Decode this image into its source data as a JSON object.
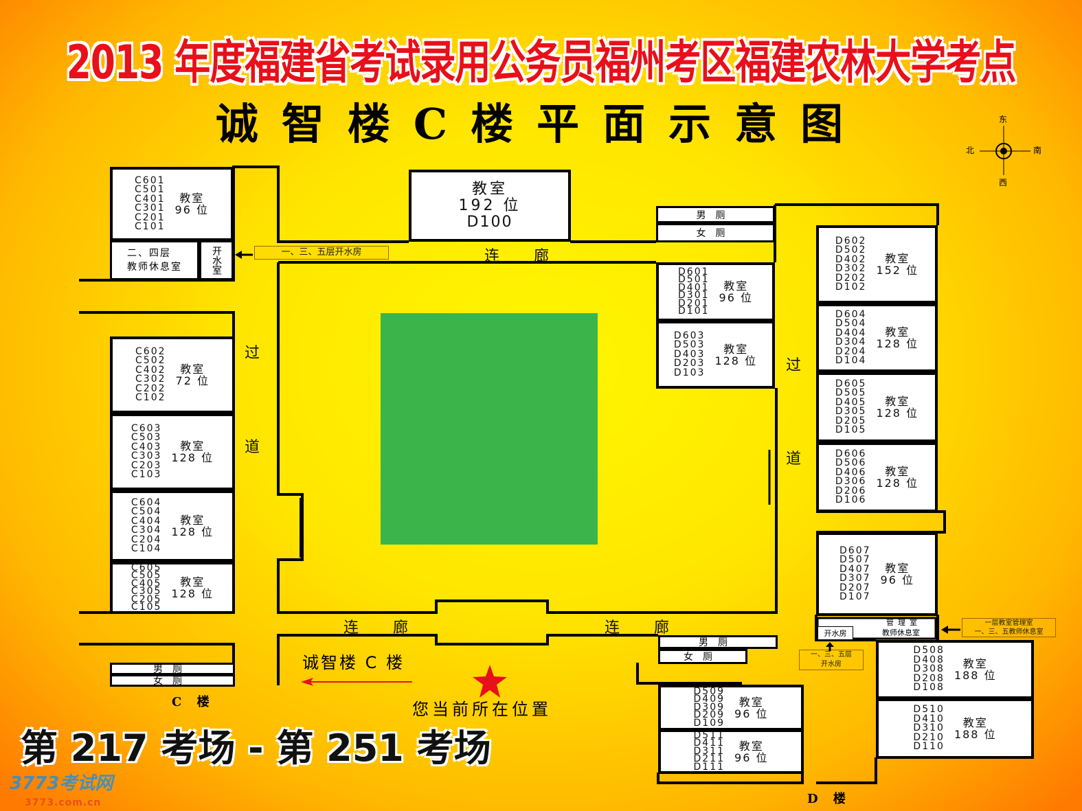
{
  "title": "2013 年度福建省考试录用公务员福州考区福建农林大学考点",
  "subtitle": "诚智楼C楼平面示意图",
  "compass": {
    "east": "东",
    "west": "西",
    "north": "北",
    "south": "南"
  },
  "rooms": [
    {
      "codes": [
        "C601",
        "C501",
        "C401",
        "C301",
        "C201",
        "C101"
      ],
      "label": "教室",
      "seats": "96 位"
    },
    {
      "codes": [
        "C602",
        "C502",
        "C402",
        "C302",
        "C202",
        "C102"
      ],
      "label": "教室",
      "seats": "72 位"
    },
    {
      "codes": [
        "C603",
        "C503",
        "C403",
        "C303",
        "C203",
        "C103"
      ],
      "label": "教室",
      "seats": "128 位"
    },
    {
      "codes": [
        "C604",
        "C504",
        "C404",
        "C304",
        "C204",
        "C104"
      ],
      "label": "教室",
      "seats": "128 位"
    },
    {
      "codes": [
        "C605",
        "C505",
        "C405",
        "C305",
        "C205",
        "C105"
      ],
      "label": "教室",
      "seats": "128 位"
    },
    {
      "codes": [
        "D100"
      ],
      "label": "教室",
      "seats": "192 位"
    },
    {
      "codes": [
        "D601",
        "D501",
        "D401",
        "D301",
        "D201",
        "D101"
      ],
      "label": "教室",
      "seats": "96 位"
    },
    {
      "codes": [
        "D603",
        "D503",
        "D403",
        "D203",
        "D103"
      ],
      "label": "教室",
      "seats": "128 位"
    },
    {
      "codes": [
        "D602",
        "D502",
        "D402",
        "D302",
        "D202",
        "D102"
      ],
      "label": "教室",
      "seats": "152 位"
    },
    {
      "codes": [
        "D604",
        "D504",
        "D404",
        "D304",
        "D204",
        "D104"
      ],
      "label": "教室",
      "seats": "128 位"
    },
    {
      "codes": [
        "D605",
        "D505",
        "D405",
        "D305",
        "D205",
        "D105"
      ],
      "label": "教室",
      "seats": "128 位"
    },
    {
      "codes": [
        "D606",
        "D506",
        "D406",
        "D306",
        "D206",
        "D106"
      ],
      "label": "教室",
      "seats": "128 位"
    },
    {
      "codes": [
        "D607",
        "D507",
        "D407",
        "D307",
        "D207",
        "D107"
      ],
      "label": "教室",
      "seats": "96 位"
    },
    {
      "codes": [
        "D508",
        "D408",
        "D308",
        "D208",
        "D108"
      ],
      "label": "教室",
      "seats": "188 位"
    },
    {
      "codes": [
        "D510",
        "D410",
        "D310",
        "D210",
        "D110"
      ],
      "label": "教室",
      "seats": "188 位"
    },
    {
      "codes": [
        "D509",
        "D409",
        "D309",
        "D209",
        "D109"
      ],
      "label": "教室",
      "seats": "96 位"
    },
    {
      "codes": [
        "D511",
        "D411",
        "D311",
        "D211",
        "D111"
      ],
      "label": "教室",
      "seats": "96 位"
    }
  ],
  "facilities": {
    "male": "男厕",
    "female": "女厕",
    "teacher_rest_c": "二、四层\n教师休息室",
    "water_room_c": "开水室",
    "water_room_d": "开水房",
    "mgmt": "管理室",
    "teacher_rest_d": "教师休息室"
  },
  "callouts": {
    "c_water": "一、三、五层开水房",
    "d_mgmt": "一层教室管理室\n一、三、五教师休息室",
    "d_water": "一、三、五层\n开水房"
  },
  "corridor_labels": {
    "lianlang": "连廊",
    "guodao_1": "过",
    "guodao_2": "道"
  },
  "building_labels": {
    "c": "C 楼",
    "d": "D 楼",
    "direction": "诚智楼 C 楼"
  },
  "current_position": "您当前所在位置",
  "exam_range": "第 217 考场 - 第 251 考场",
  "watermark": {
    "name": "3773考试网",
    "url": "3773.com.cn"
  },
  "colors": {
    "title": "#e8101a",
    "green_area": "#3bb54a",
    "star": "#e8101a"
  }
}
